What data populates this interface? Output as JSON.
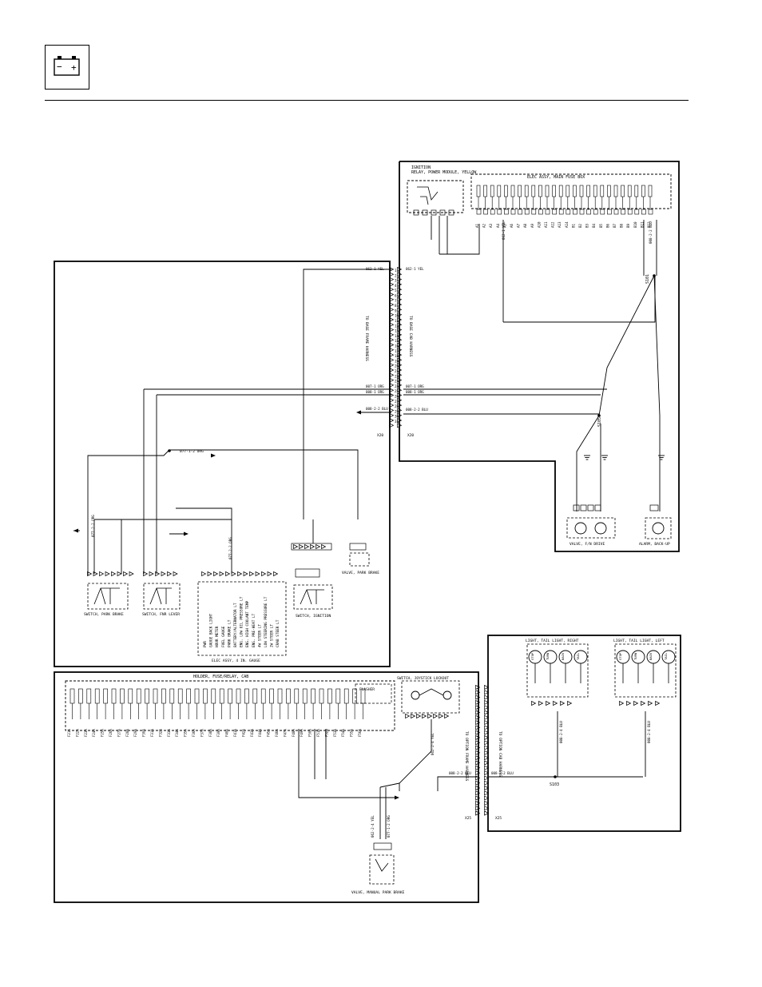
{
  "header": {
    "icon": "battery-icon",
    "minus_glyph": "−",
    "plus_glyph": "+"
  },
  "panels": {
    "relay_power_module": "IGNITION\nRELAY, POWER MODULE, YELLOW",
    "main_fuse_box": "ELEC ASSY, MAIN FUSE BOX",
    "cab_fuse_holder": "HOLDER, FUSE/RELAY, CAB",
    "joystick_lockout": "SWITCH, JOYSTICK LOCKOUT",
    "tail_light_right": "LIGHT, TAIL LIGHT, RIGHT",
    "tail_light_left": "LIGHT, TAIL LIGHT, LEFT",
    "flasher": "FLASHER"
  },
  "connectors": {
    "x20": "X20",
    "x25": "X25",
    "to_base_frame": "TO BASE FRAME HARNESS",
    "to_base_cab": "TO BASE CAB HARNESS",
    "to_option_frame": "TO OPTION FRAME HARNESS",
    "to_option_cab": "TO OPTION CAB HARNESS"
  },
  "wires": {
    "w062_1": "062-1 YEL",
    "w007_1": "007-1 ORG",
    "w008_1": "008-1 ORG",
    "w008_2_2": "008-2-2 BLU",
    "w077_1_2": "077-1-2 ORG",
    "w077_2_2": "077-2-2 ORG",
    "w062_2_4": "062-2-4 YEL",
    "w008_2_4": "008-2-4 BLU"
  },
  "splices": {
    "s101": "S101",
    "s105": "S105",
    "s103": "S103"
  },
  "components": {
    "valve_fn_drive": "VALVE, F/N DRIVE",
    "alarm_backup": "ALARM, BACK-UP",
    "valve_park_brake": "VALVE, PARK BRAKE",
    "switch_ignition": "SWITCH, IGNITION",
    "switch_park_brake": "SWITCH, PARK BRAKE",
    "switch_fnr_lever": "SWITCH, FNR LEVER",
    "gauge_assy": "ELEC ASSY, 4 IN. GAUGE",
    "valve_manual_park_brake": "VALVE, MANUAL PARK BRAKE"
  },
  "tail_light_terms": [
    "STOP",
    "TURN",
    "BACK",
    "TAIL"
  ],
  "gauge_lines": [
    "PWR",
    "GAUGE BACK LIGHT",
    "HOUR METER",
    "FUEL GAUGE",
    "PARK BRAKE LT",
    "BATTERY/ALTERNATOR LT",
    "ENG. LOW OIL PRESSURE LT",
    "ENG. HIGH COOLANT TEMP",
    "ENG. PRE-HEAT LT",
    "4W STEER LT",
    "LOW STEERING PRESSURE LT",
    "2W STEER LT",
    "CRAB STEER LT"
  ]
}
